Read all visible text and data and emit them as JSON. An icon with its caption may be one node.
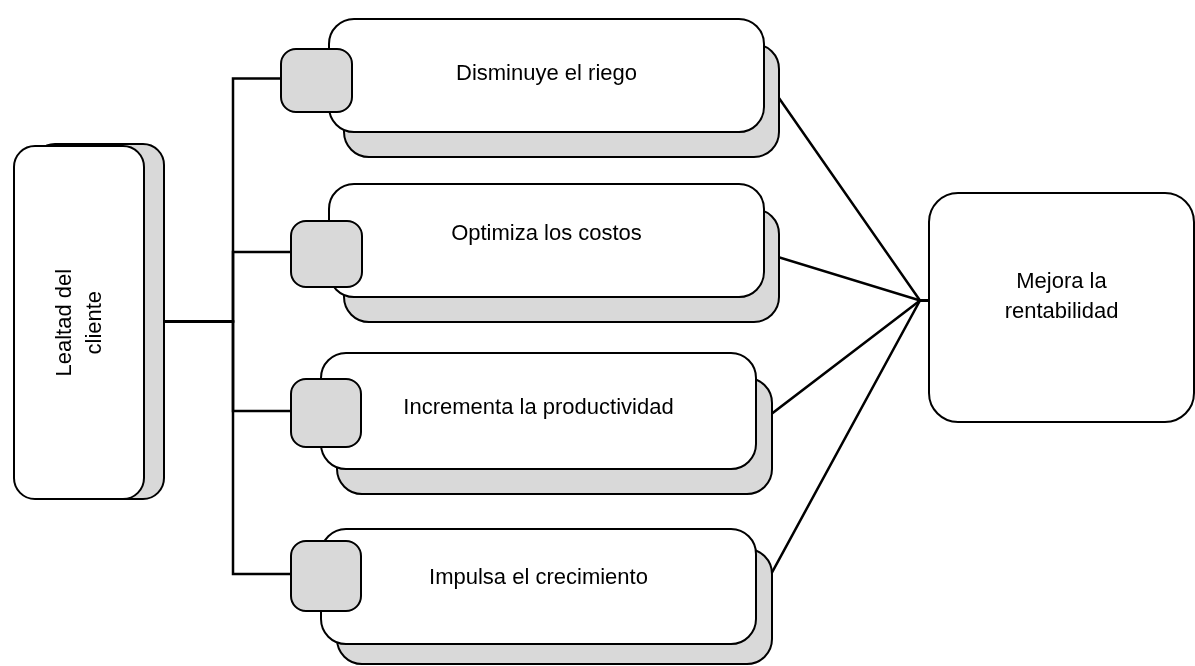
{
  "diagram": {
    "nodes": [
      {
        "text": [
          "Lealtad del cliente"
        ]
      },
      {
        "text": [],
        "shape": "box"
      },
      {
        "text": [],
        "shape": "box"
      },
      {
        "text": [],
        "shape": "box"
      },
      {
        "text": [],
        "shape": "box"
      },
      {
        "text": [
          "Disminuye el riego"
        ]
      },
      {
        "text": [
          "Optimiza los costos"
        ]
      },
      {
        "text": [
          "Incrementa la productividad"
        ]
      },
      {
        "text": [
          "Impulsa el crecimiento"
        ]
      },
      {
        "text": [
          "Mejora la rentabilidad"
        ]
      }
    ],
    "edges": [
      {
        "from": 0,
        "to": 1,
        "arrow": "none"
      },
      {
        "from": 0,
        "to": 2,
        "arrow": "none"
      },
      {
        "from": 0,
        "to": 3,
        "arrow": "none"
      },
      {
        "from": 0,
        "to": 4,
        "arrow": "none"
      },
      {
        "from": 5,
        "to": 9,
        "arrow": "none"
      },
      {
        "from": 6,
        "to": 9,
        "arrow": "none"
      },
      {
        "from": 7,
        "to": 9,
        "arrow": "none"
      },
      {
        "from": 8,
        "to": 9,
        "arrow": "none"
      }
    ]
  }
}
